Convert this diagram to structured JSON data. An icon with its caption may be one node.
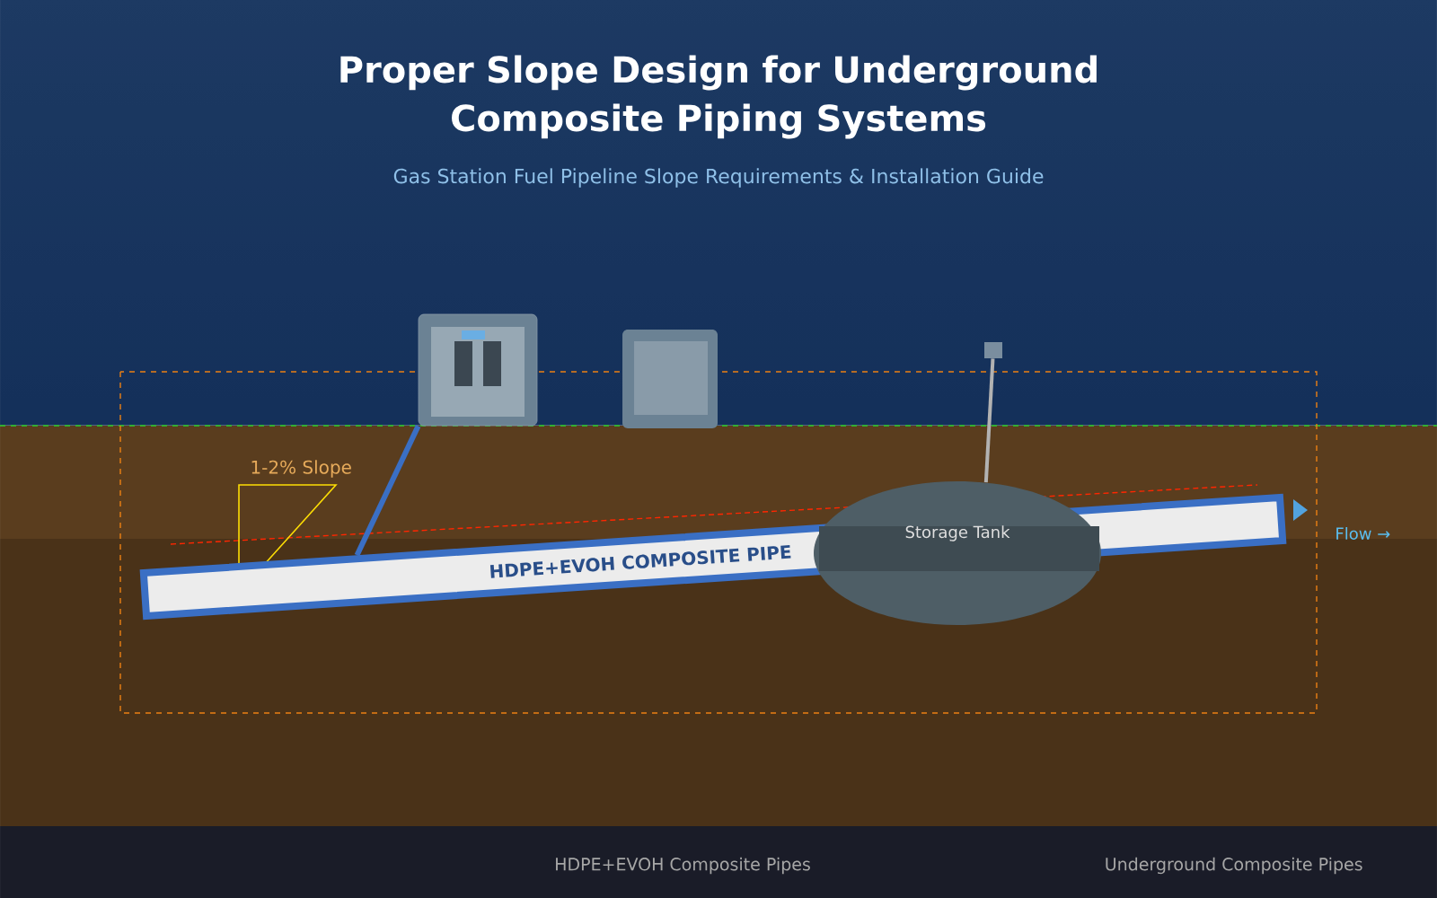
{
  "diagram": {
    "title": "Proper Slope Design for Underground Composite Piping Systems",
    "nodes": [
      {
        "text": [],
        "shape": "box"
      },
      {
        "text": [],
        "shape": "box"
      },
      {
        "text": [],
        "shape": "box"
      },
      {
        "text": [
          "HDPE+EVOH COMPOSITE PIPE"
        ]
      },
      {
        "text": [
          "Storage Tank"
        ]
      }
    ],
    "edges": [
      {
        "from": 0,
        "to": 3,
        "arrow": "none"
      },
      {
        "from": 4,
        "to": 2,
        "arrow": "none",
        "color": "#b2b2b2"
      }
    ],
    "labels": [
      "Gas Station Fuel Pipeline Slope Requirements & Installation Guide",
      "1-2% Slope",
      "Flow →",
      "HDPE+EVOH Composite Pipes",
      "Underground Composite Pipes"
    ]
  }
}
